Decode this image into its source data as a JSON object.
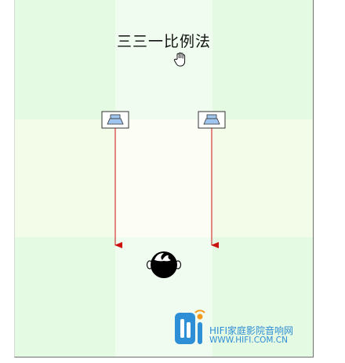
{
  "title": "三三一比例法",
  "speakers": [
    {
      "name": "left-speaker"
    },
    {
      "name": "right-speaker"
    }
  ],
  "icons": {
    "cursor": "hand-cursor-icon",
    "listener": "listener-head-icon",
    "speaker": "speaker-icon"
  },
  "colors": {
    "arrow": "#cc1111",
    "speaker": "#9fc5ef",
    "zone_outer": "#e4fae2",
    "zone_center": "#fcfdf5",
    "watermark": "#2f8fd6"
  },
  "watermark": {
    "line1": "HIFI家庭影院音响网",
    "line2": "WWW.HIFI.COM.CN"
  }
}
